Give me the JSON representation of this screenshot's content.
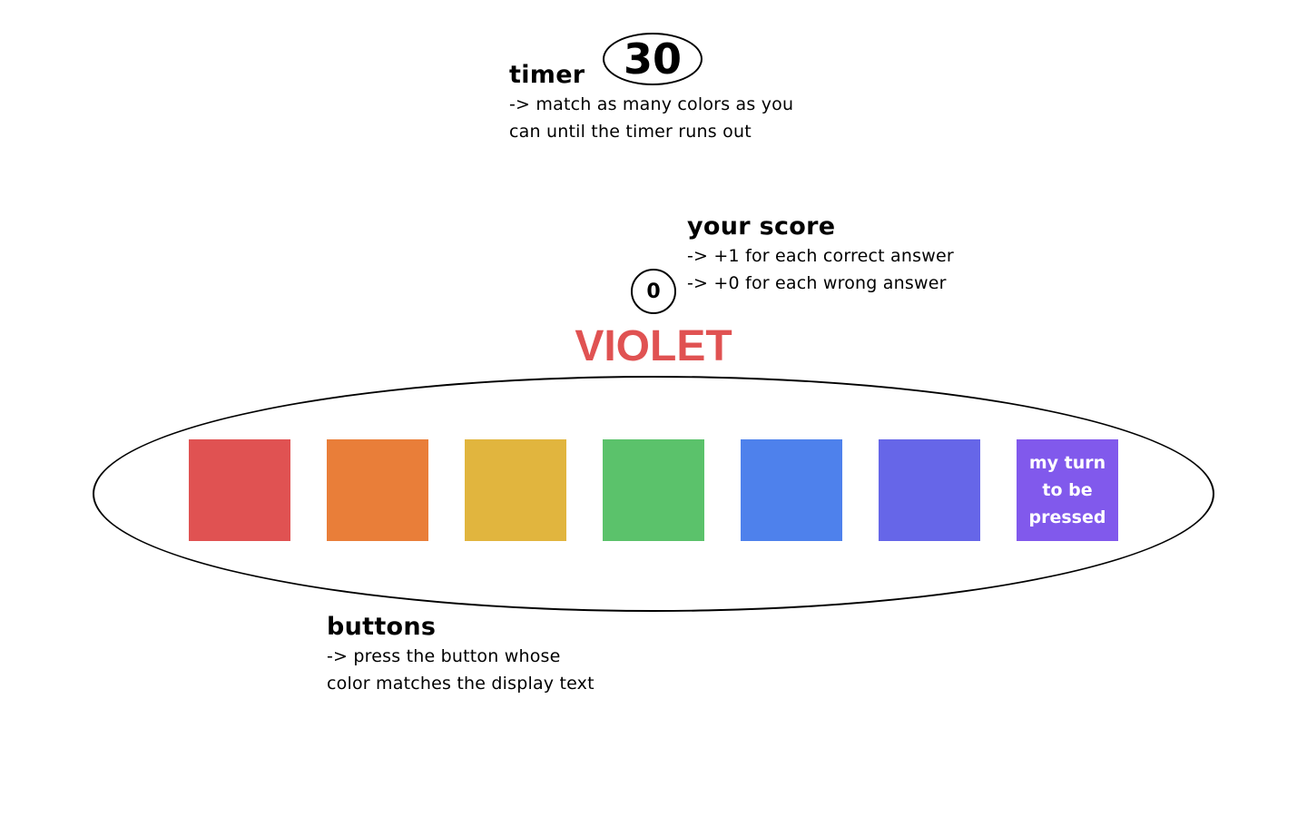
{
  "timer": {
    "title": "timer",
    "value": "30",
    "description_line1": "-> match as many colors as you",
    "description_line2": "can until the timer runs out"
  },
  "score": {
    "title": "your score",
    "value": "0",
    "description_line1": "-> +1 for each correct answer",
    "description_line2": "-> +0 for each wrong answer"
  },
  "display": {
    "word": "VIOLET",
    "color": "#e05252"
  },
  "buttons_note": {
    "title": "buttons",
    "description_line1": "-> press the button whose",
    "description_line2": "color matches the display text"
  },
  "color_buttons": [
    {
      "color": "#e05252",
      "label": ""
    },
    {
      "color": "#e97e39",
      "label": ""
    },
    {
      "color": "#e1b53e",
      "label": ""
    },
    {
      "color": "#5bc26b",
      "label": ""
    },
    {
      "color": "#4e81ec",
      "label": ""
    },
    {
      "color": "#6666e8",
      "label": ""
    },
    {
      "color": "#8159ec",
      "label": "my turn\nto be\npressed"
    }
  ]
}
